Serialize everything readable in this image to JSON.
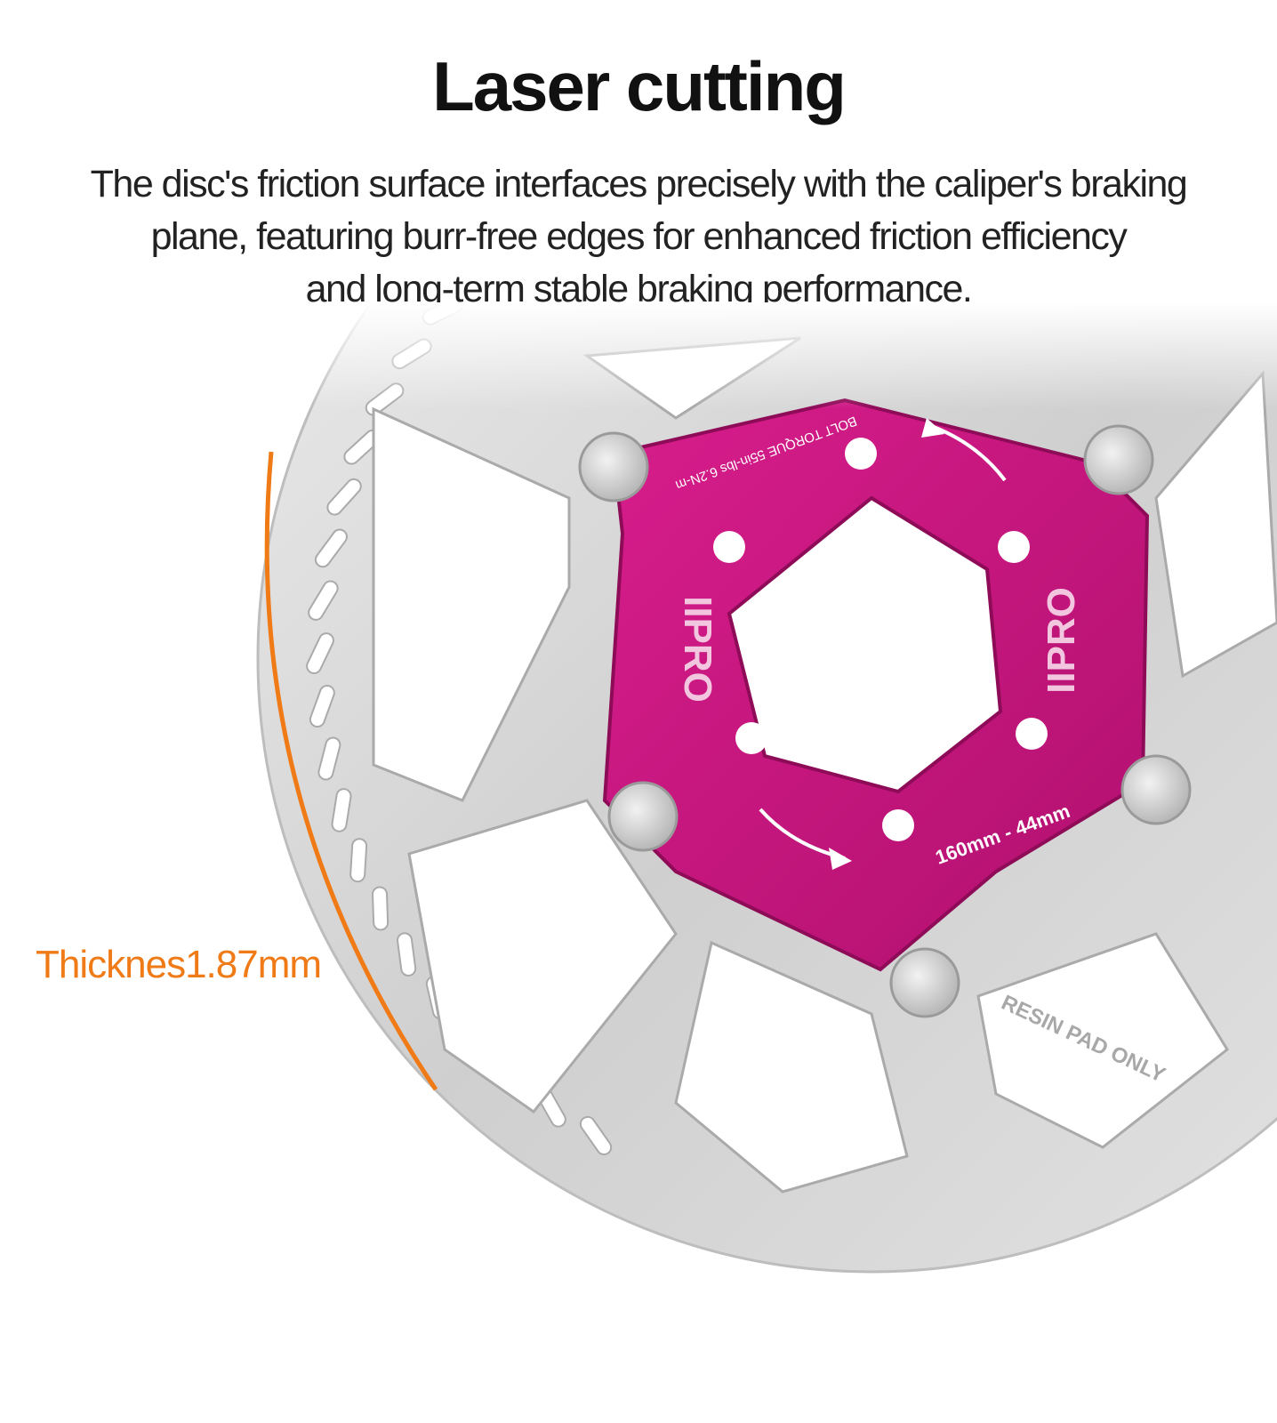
{
  "header": {
    "title": "Laser cutting",
    "description_lines": [
      "The disc's friction surface interfaces precisely with the caliper's braking",
      "plane, featuring burr-free edges for enhanced friction efficiency",
      "and long-term stable braking performance."
    ]
  },
  "annotation": {
    "thickness_label": "Thicknes1.87mm",
    "color": "#ef7a16"
  },
  "product": {
    "spider_color": "#c4157e",
    "rotor_color": "#d9d9d9",
    "brand_text": "IIPRO",
    "spider_size_text": "160mm - 44mm",
    "torque_text": "BOLT TORQUE 55in-lbs 6.2N-m",
    "rotor_marking": "RESIN PAD ONLY"
  }
}
